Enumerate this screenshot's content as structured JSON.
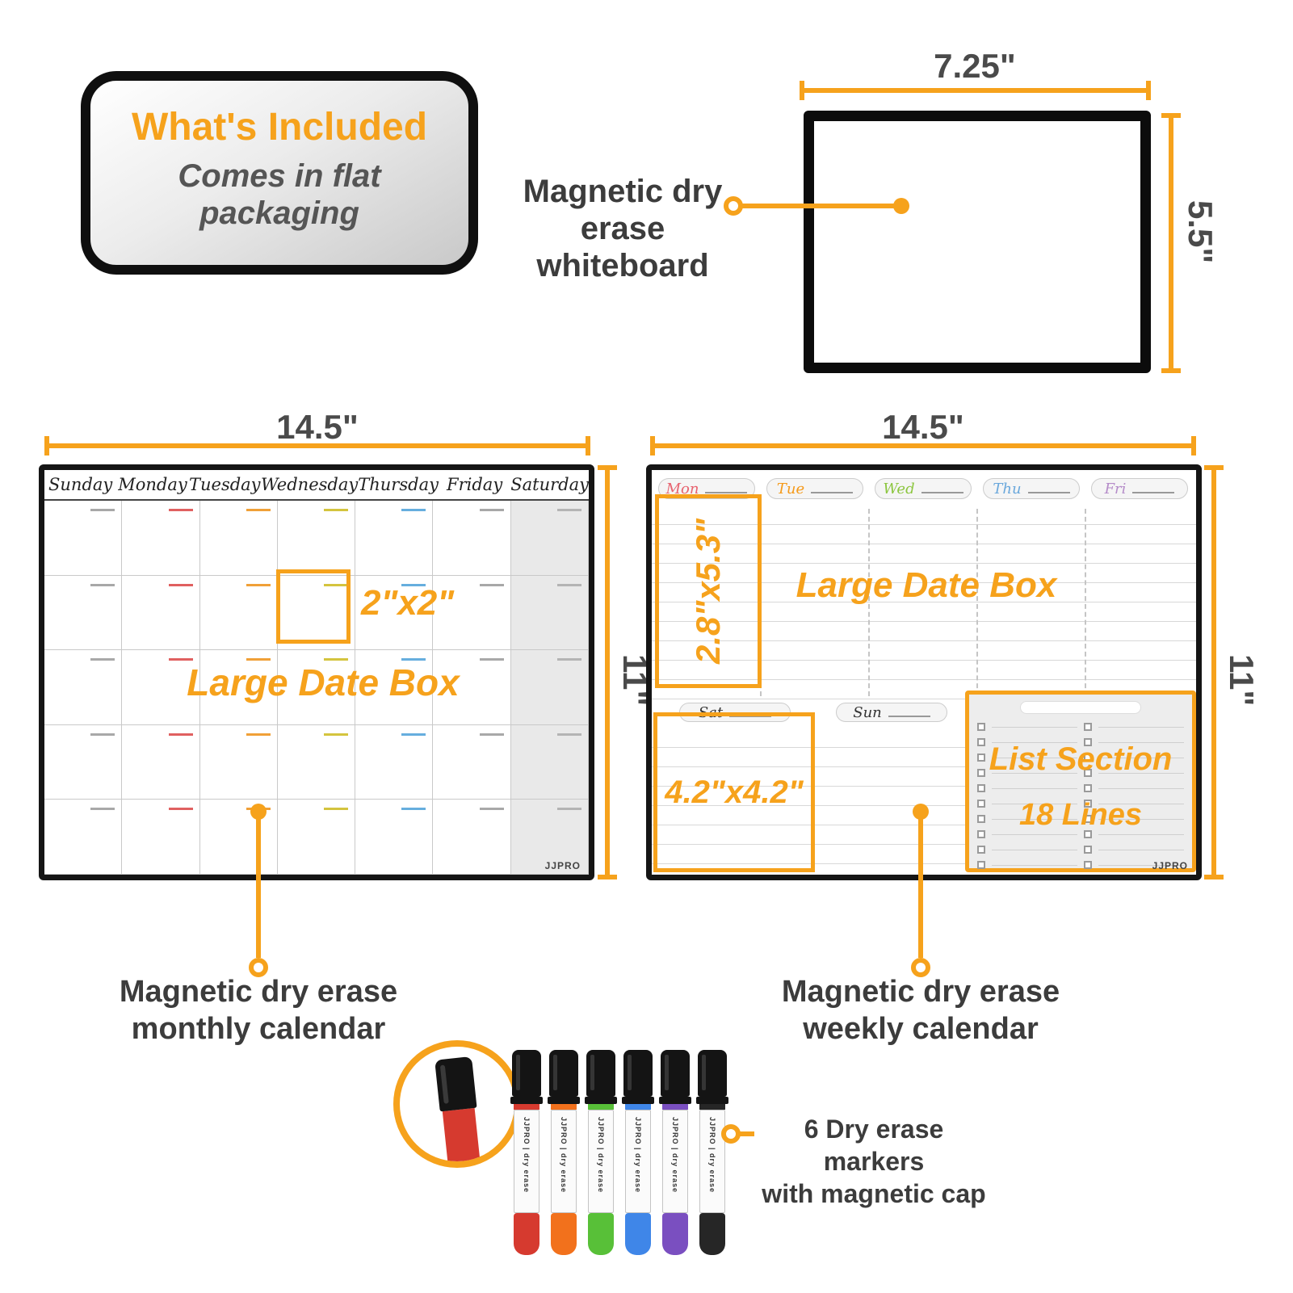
{
  "colors": {
    "accent": "#F6A21C",
    "dim_text": "#4a4a4a",
    "caption_text": "#3c3c3c"
  },
  "included_box": {
    "title": "What's Included",
    "subtitle_line1": "Comes in flat",
    "subtitle_line2": "packaging"
  },
  "whiteboard": {
    "width_label": "7.25\"",
    "height_label": "5.5\"",
    "callout_line1": "Magnetic dry",
    "callout_line2": "erase whiteboard"
  },
  "monthly_calendar": {
    "width_label": "14.5\"",
    "height_label": "11\"",
    "day_headers": [
      "Sunday",
      "Monday",
      "Tuesday",
      "Wednesday",
      "Thursday",
      "Friday",
      "Saturday"
    ],
    "tick_colors": [
      "#a8a8a8",
      "#e06060",
      "#f0a038",
      "#d4c43e",
      "#66aede",
      "#a8a8a8",
      "#b4b4b4"
    ],
    "highlight_box_label": "2\"x2\"",
    "date_box_label": "Large Date Box",
    "brand": "JJPRO",
    "caption_line1": "Magnetic dry erase",
    "caption_line2": "monthly calendar"
  },
  "weekly_calendar": {
    "width_label": "14.5\"",
    "height_label": "11\"",
    "weekday_headers": [
      {
        "label": "Mon",
        "color": "#e8636f"
      },
      {
        "label": "Tue",
        "color": "#f59a1a"
      },
      {
        "label": "Wed",
        "color": "#8cc63f"
      },
      {
        "label": "Thu",
        "color": "#6aa8dc"
      },
      {
        "label": "Fri",
        "color": "#b58cc9"
      }
    ],
    "weekend_headers": [
      "Sat",
      "Sun"
    ],
    "column_box_label": "2.8\"x5.3\"",
    "date_box_label": "Large Date Box",
    "weekend_box_label": "4.2\"x4.2\"",
    "list_section_line1": "List Section",
    "list_section_line2": "18 Lines",
    "brand": "JJPRO",
    "caption_line1": "Magnetic dry erase",
    "caption_line2": "weekly calendar"
  },
  "markers": {
    "caption_line1": "6 Dry erase markers",
    "caption_line2": "with magnetic cap",
    "brand": "JJPRO",
    "label": "dry erase",
    "colors": [
      "#d63a2f",
      "#f2711c",
      "#58c038",
      "#3f86e8",
      "#7a4fc0",
      "#262626"
    ]
  }
}
